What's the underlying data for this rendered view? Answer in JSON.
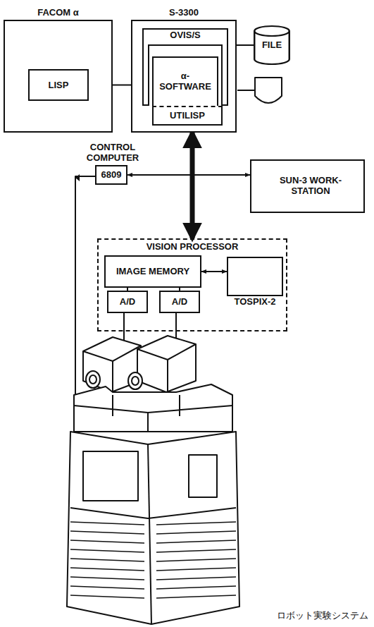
{
  "diagram": {
    "caption": "ロボット実験システム",
    "nodes": [
      {
        "text": [
          "FACOM α"
        ]
      },
      {
        "text": [
          "LISP"
        ],
        "in": 0
      },
      {
        "text": [
          "S-3300"
        ]
      },
      {
        "text": [
          "OVIS/S"
        ],
        "in": 2
      },
      {
        "text": [
          "α- SOFTWARE"
        ],
        "in": 2
      },
      {
        "text": [
          "UTILISP"
        ],
        "in": 2
      },
      {
        "text": [
          "FILE"
        ]
      },
      {
        "text": [
          "CONTROL COMPUTER",
          "6809"
        ]
      },
      {
        "text": [
          "SUN-3 WORK- STATION"
        ]
      },
      {
        "text": [
          "VISION PROCESSOR"
        ]
      },
      {
        "text": [
          "IMAGE MEMORY"
        ],
        "in": 9
      },
      {
        "text": [
          "TOSPIX-2"
        ],
        "in": 9
      },
      {
        "text": [
          "A/D"
        ],
        "in": 9
      },
      {
        "text": [
          "A/D"
        ],
        "in": 9
      }
    ],
    "edges": [
      {
        "from": 1,
        "to": 4,
        "arrow": "none"
      },
      {
        "from": 2,
        "to": 6,
        "arrow": "none"
      },
      {
        "from": 2,
        "to": 9,
        "arrow": "both"
      },
      {
        "from": 7,
        "to": 8,
        "arrow": "both"
      },
      {
        "from": 10,
        "to": 11,
        "arrow": "both"
      },
      {
        "from": 10,
        "to": 12,
        "arrow": "none"
      },
      {
        "from": 10,
        "to": 13,
        "arrow": "none"
      }
    ]
  }
}
